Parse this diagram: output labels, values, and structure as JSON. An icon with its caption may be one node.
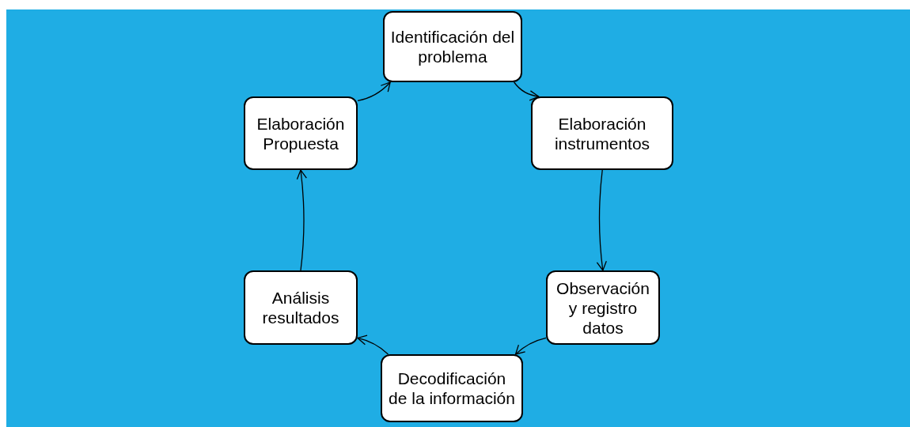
{
  "diagram": {
    "nodes": [
      {
        "text": [
          "Identificación del problema"
        ]
      },
      {
        "text": [
          "Elaboración instrumentos"
        ]
      },
      {
        "text": [
          "Observación y registro datos"
        ]
      },
      {
        "text": [
          "Decodificación de la información"
        ]
      },
      {
        "text": [
          "Análisis resultados"
        ]
      },
      {
        "text": [
          "Elaboración Propuesta"
        ]
      }
    ],
    "edges": [
      {
        "from": 0,
        "to": 1,
        "arrow": "to"
      },
      {
        "from": 1,
        "to": 2,
        "arrow": "to"
      },
      {
        "from": 2,
        "to": 3,
        "arrow": "to"
      },
      {
        "from": 3,
        "to": 4,
        "arrow": "to"
      },
      {
        "from": 4,
        "to": 5,
        "arrow": "to"
      },
      {
        "from": 5,
        "to": 0,
        "arrow": "to"
      }
    ]
  }
}
